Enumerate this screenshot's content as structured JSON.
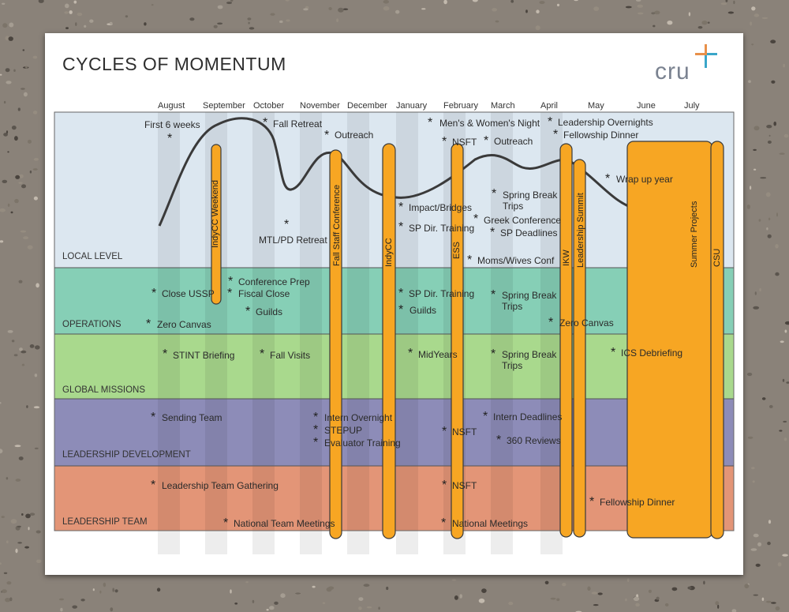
{
  "poster": {
    "title": "CYCLES OF MOMENTUM",
    "logo": "cru"
  },
  "months": [
    "August",
    "September",
    "October",
    "November",
    "December",
    "January",
    "February",
    "March",
    "April",
    "May",
    "June",
    "July"
  ],
  "rows": [
    {
      "label": "LOCAL LEVEL",
      "color": "#dce7f0"
    },
    {
      "label": "OPERATIONS",
      "color": "#86cfb6"
    },
    {
      "label": "GLOBAL MISSIONS",
      "color": "#a9d98d"
    },
    {
      "label": "LEADERSHIP DEVELOPMENT",
      "color": "#8d8cb8"
    },
    {
      "label": "LEADERSHIP TEAM",
      "color": "#e39577"
    }
  ],
  "bars": [
    {
      "label": "IndyCC Weekend"
    },
    {
      "label": "Fall Staff Conference"
    },
    {
      "label": "IndyCC"
    },
    {
      "label": "ESS"
    },
    {
      "label": "IKW"
    },
    {
      "label": "Leadership Summit"
    },
    {
      "label": "Summer Projects"
    },
    {
      "label": "CSU"
    }
  ],
  "events": {
    "local": [
      "First 6 weeks",
      "Fall Retreat",
      "Outreach",
      "Men's & Women's Night",
      "Leadership Overnights",
      "Fellowship Dinner",
      "NSFT",
      "Outreach",
      "Wrap up year",
      "Spring Break",
      "Trips",
      "Impact/Bridges",
      "Greek Conference",
      "SP Dir. Training",
      "SP Deadlines",
      "MTL/PD Retreat",
      "Moms/Wives Conf"
    ],
    "operations": [
      "Conference Prep",
      "Close USSP",
      "Fiscal Close",
      "SP Dir. Training",
      "Spring Break",
      "Trips",
      "Guilds",
      "Guilds",
      "Zero Canvas",
      "Zero Canvas"
    ],
    "global": [
      "STINT Briefing",
      "Fall Visits",
      "MidYears",
      "Spring Break",
      "Trips",
      "ICS Debriefing"
    ],
    "leaderdev": [
      "Sending Team",
      "Intern Overnight",
      "Intern Deadlines",
      "STEPUP",
      "NSFT",
      "360 Reviews",
      "Evaluator Training"
    ],
    "leaderteam": [
      "Leadership Team Gathering",
      "NSFT",
      "Fellowship Dinner",
      "National Team Meetings",
      "National Meetings"
    ]
  },
  "colors": {
    "bar": "#f7a623",
    "bar_border": "#3a3a3a",
    "curve": "#3a3a3a",
    "stripe": "#000000",
    "background": "#8a8279"
  }
}
